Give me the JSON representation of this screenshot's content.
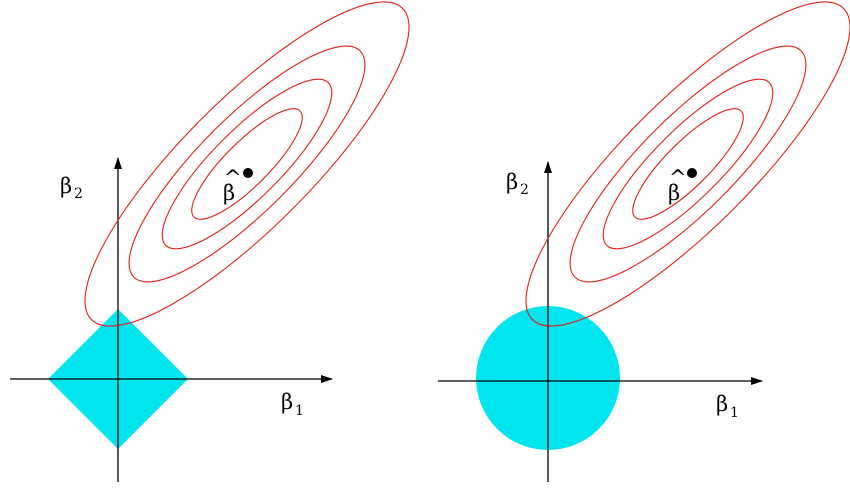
{
  "colors": {
    "constraint_fill": "#00e5ee",
    "contour_stroke": "#e0201c",
    "axis_stroke": "#000000",
    "estimate_point": "#000000"
  },
  "panels": [
    {
      "constraint_shape": "diamond",
      "x_axis_label": "β",
      "x_axis_sub": "1",
      "y_axis_label": "β",
      "y_axis_sub": "2",
      "estimate_label": "β",
      "estimate_hat": "^"
    },
    {
      "constraint_shape": "circle",
      "x_axis_label": "β",
      "x_axis_sub": "1",
      "y_axis_label": "β",
      "y_axis_sub": "2",
      "estimate_label": "β",
      "estimate_hat": "^"
    }
  ]
}
